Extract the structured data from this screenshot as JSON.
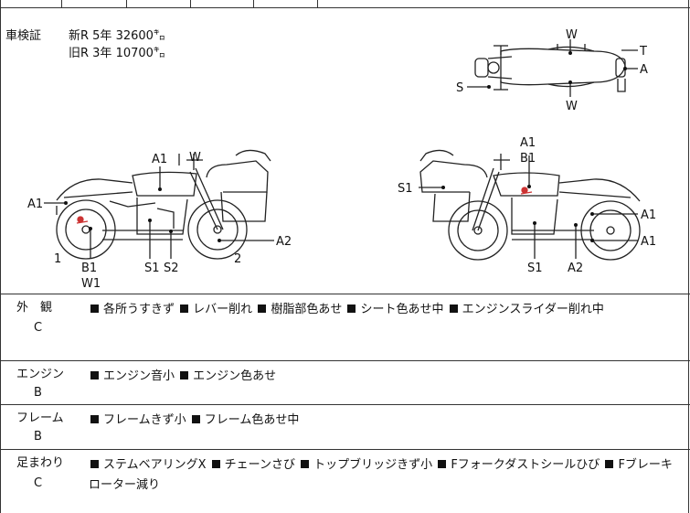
{
  "registration": {
    "label": "車検証",
    "new": "新R  5年  32600㌔",
    "old": "旧R  3年  10700㌔"
  },
  "diagram_labels": {
    "top_W1": "W",
    "top_T": "T",
    "top_A": "A",
    "top_S": "S",
    "top_W2": "W",
    "left_A1_top": "A1",
    "left_W_top": "W",
    "left_A1": "A1",
    "left_A2": "A2",
    "left_S1": "S1",
    "left_S2": "S2",
    "left_B1": "B1",
    "left_W1": "W1",
    "left_1": "1",
    "left_2": "2",
    "right_A1_top": "A1",
    "right_B1_top": "B1",
    "right_S1_side": "S1",
    "right_A1_a": "A1",
    "right_A1_b": "A1",
    "right_S1": "S1",
    "right_A2": "A2"
  },
  "sections": [
    {
      "category": "外　観",
      "grade": "C",
      "items": [
        "各所うすきず",
        "レバー削れ",
        "樹脂部色あせ",
        "シート色あせ中",
        "エンジンスライダー削れ中"
      ]
    },
    {
      "category": "エンジン",
      "grade": "B",
      "items": [
        "エンジン音小",
        "エンジン色あせ"
      ]
    },
    {
      "category": "フレーム",
      "grade": "B",
      "items": [
        "フレームきず小",
        "フレーム色あせ中"
      ]
    },
    {
      "category": "足まわり",
      "grade": "C",
      "items": [
        "ステムベアリングX",
        "チェーンさび",
        "トップブリッジきず小",
        "Fフォークダストシールひび",
        "Fブレーキローター減り"
      ]
    }
  ]
}
